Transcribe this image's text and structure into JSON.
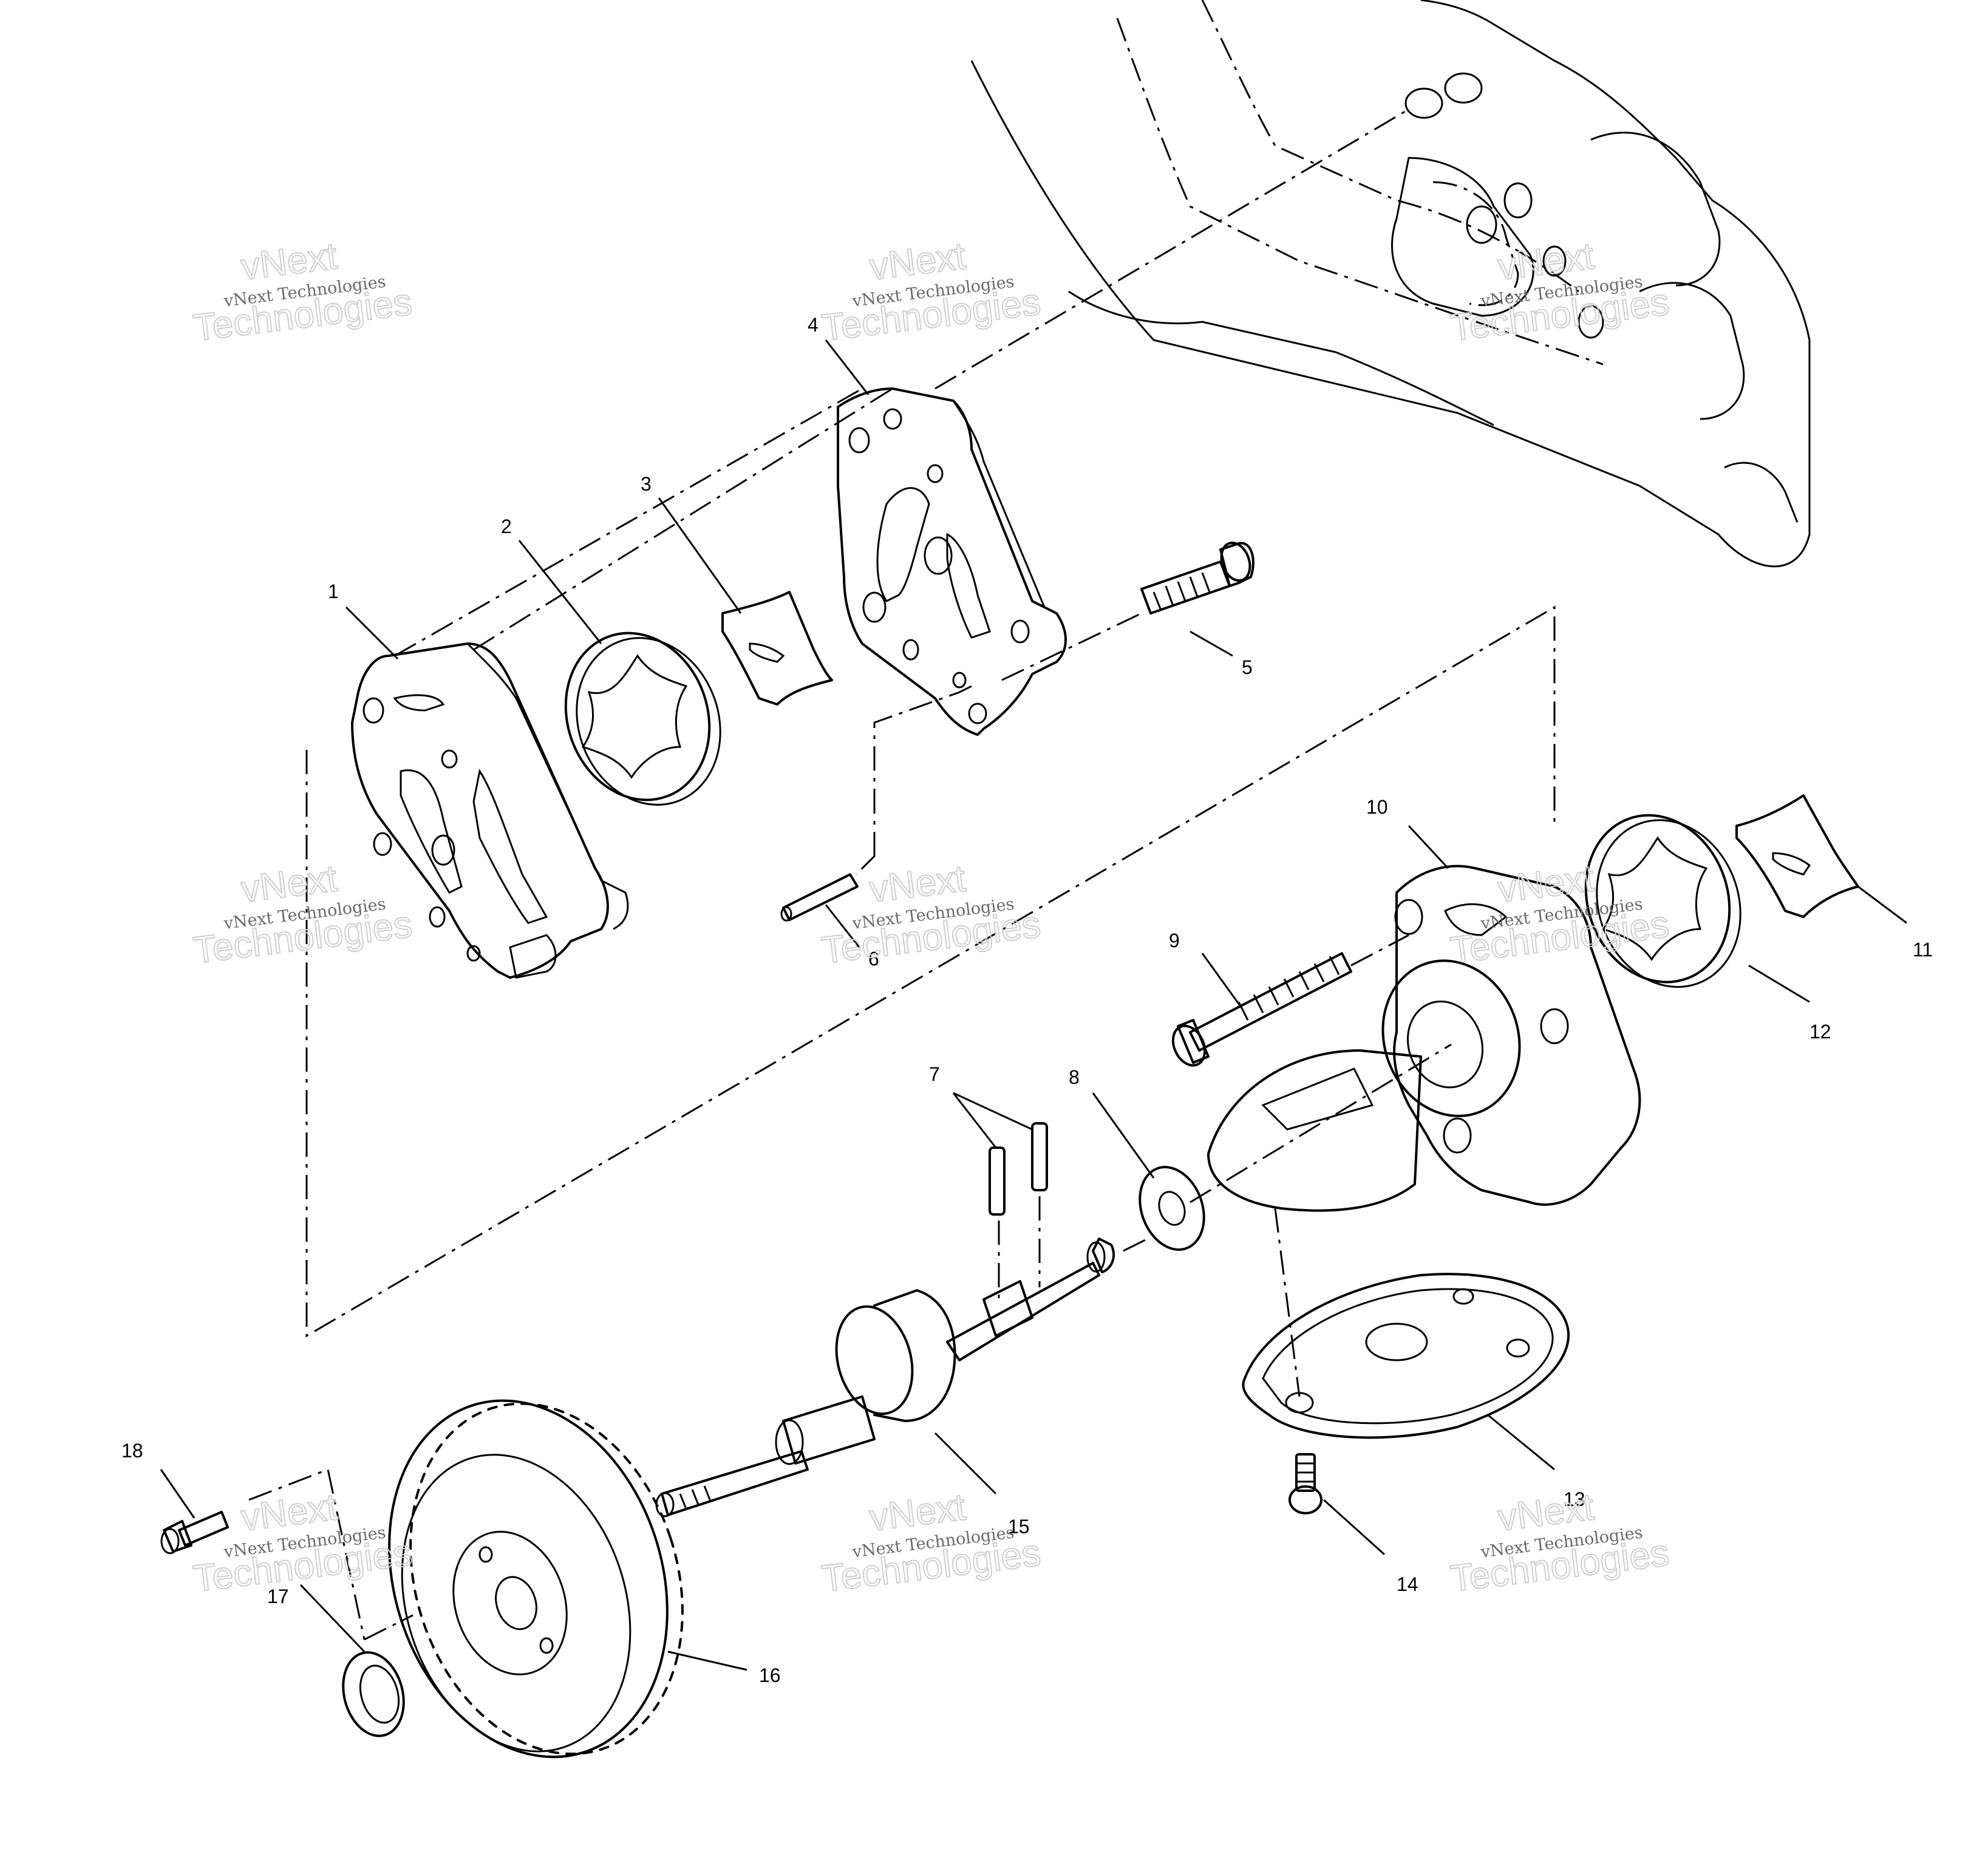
{
  "callouts": [
    "1",
    "2",
    "3",
    "4",
    "5",
    "6",
    "7",
    "8",
    "9",
    "10",
    "11",
    "12",
    "13",
    "14",
    "15",
    "16",
    "17",
    "18"
  ],
  "watermark": {
    "primary": "vNext Technologies",
    "secondary_top": "vNext",
    "secondary_bottom": "Technologies"
  }
}
